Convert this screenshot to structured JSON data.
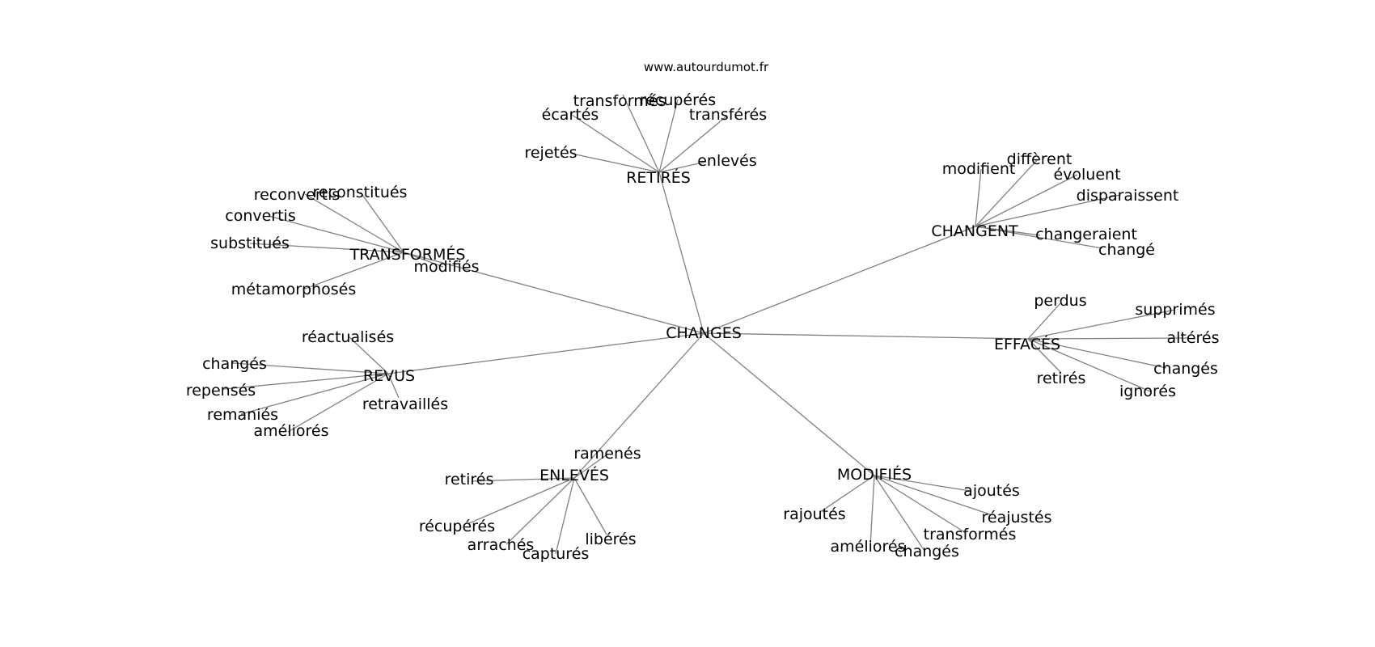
{
  "site_label": "www.autourdumot.fr",
  "center": "CHANGES",
  "groups": [
    {
      "label": "RETIRÉS",
      "words": [
        "transformés",
        "récupérés",
        "écartés",
        "transférés",
        "rejetés",
        "enlevés"
      ]
    },
    {
      "label": "CHANGENT",
      "words": [
        "modifient",
        "diffèrent",
        "évoluent",
        "disparaissent",
        "changeraient",
        "changé"
      ]
    },
    {
      "label": "TRANSFORMÉS",
      "words": [
        "reconvertis",
        "reconstitués",
        "convertis",
        "substitués",
        "modifiés",
        "métamorphosés"
      ]
    },
    {
      "label": "EFFACÉS",
      "words": [
        "perdus",
        "supprimés",
        "altérés",
        "changés",
        "retirés",
        "ignorés"
      ]
    },
    {
      "label": "REVUS",
      "words": [
        "réactualisés",
        "changés",
        "repensés",
        "remaniés",
        "améliorés",
        "retravaillés"
      ]
    },
    {
      "label": "ENLEVÉS",
      "words": [
        "ramenés",
        "retirés",
        "récupérés",
        "arrachés",
        "capturés",
        "libérés"
      ]
    },
    {
      "label": "MODIFIÉS",
      "words": [
        "ajoutés",
        "rajoutés",
        "réajustés",
        "transformés",
        "améliorés",
        "changés"
      ]
    }
  ]
}
